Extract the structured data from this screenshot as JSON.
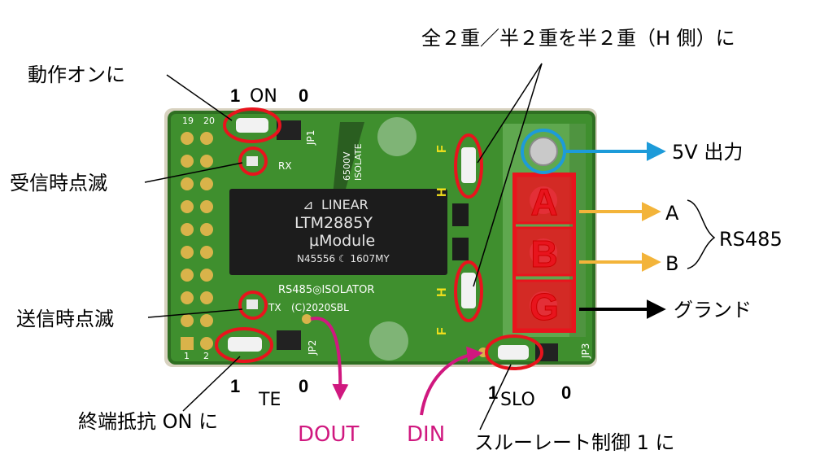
{
  "annotations": {
    "duplex_to_half": "全２重／半２重を半２重（H 側）に",
    "enable_on": "動作オンに",
    "rx_blink": "受信時点滅",
    "tx_blink": "送信時点滅",
    "termination_on": "終端抵抗 ON に",
    "slew_rate": "スルーレート制御 1 に",
    "out_5v": "5V 出力",
    "rs485": "RS485",
    "ground": "グランド",
    "dout": "DOUT",
    "din": "DIN",
    "line_a": "A",
    "line_b": "B"
  },
  "jumpers": {
    "on_label": "ON",
    "te_label": "TE",
    "slo_label": "SLO",
    "one": "1",
    "zero": "0"
  },
  "terminals": {
    "a": "A",
    "b": "B",
    "g": "G"
  },
  "board": {
    "chip_logo": "LINEAR",
    "chip_part": "LTM2885Y",
    "chip_module": "µModule",
    "chip_code": "N45556 ☾ 1607MY",
    "isolator": "RS485◎ISOLATOR",
    "copyright": "(C)2020SBL",
    "isolate_a": "6500V",
    "isolate_b": "ISOLATE",
    "jp1": "JP1",
    "jp2": "JP2",
    "jp3": "JP3",
    "rx": "RX",
    "tx": "TX",
    "h": "H",
    "f": "F",
    "pin_19": "19",
    "pin_20": "20",
    "pin_1": "1",
    "pin_2": "2"
  },
  "colors": {
    "pcb": "#3f8f2e",
    "pcb_dark": "#2f6f22",
    "chip": "#1c1c1c",
    "red": "#e8141d",
    "blue": "#1d9bd9",
    "orange": "#f3b43a",
    "magenta": "#d0187f",
    "connector": "#5fa84f",
    "silk_yellow": "#f4e11b"
  }
}
